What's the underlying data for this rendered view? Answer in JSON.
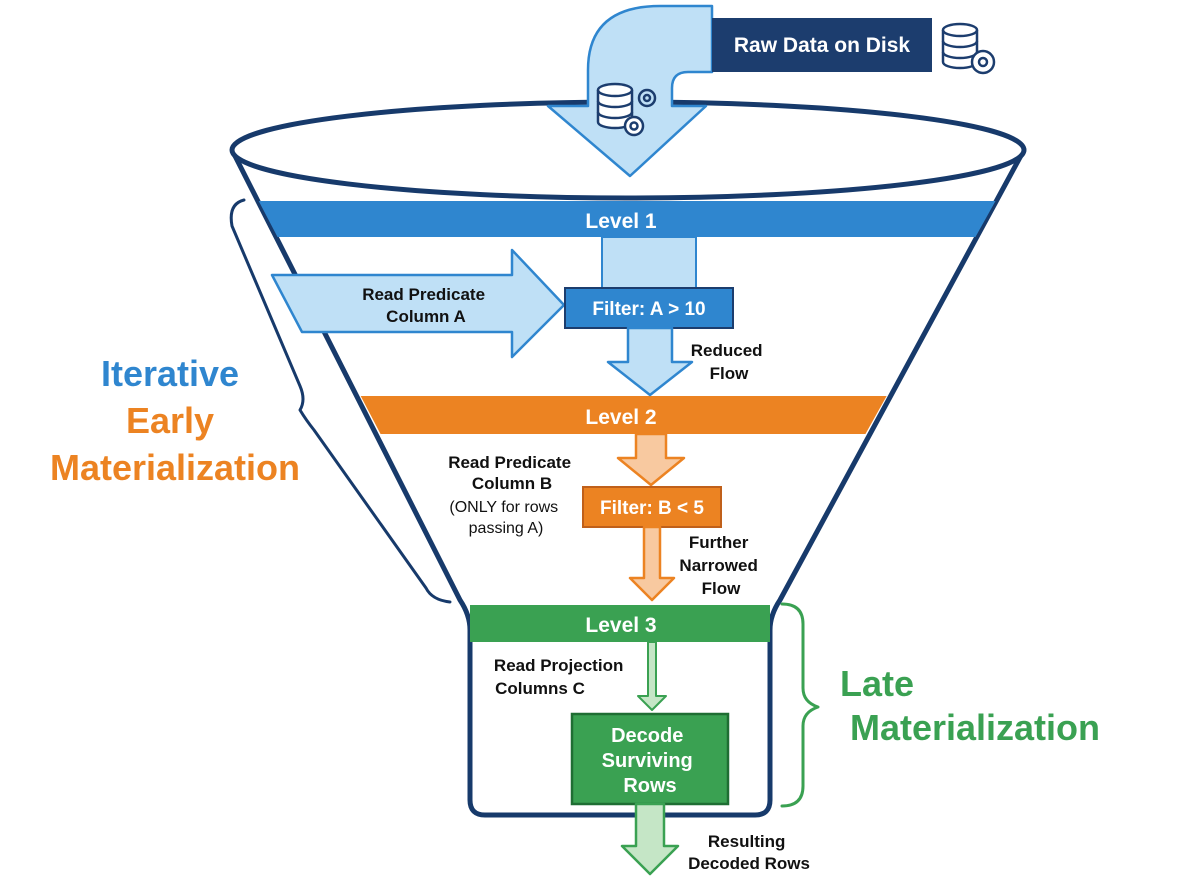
{
  "source": {
    "label": "Raw Data on Disk",
    "icon": "database-gear-icon"
  },
  "levels": [
    {
      "label": "Level 1",
      "color": "#2f86cf"
    },
    {
      "label": "Level 2",
      "color": "#ec8322"
    },
    {
      "label": "Level 3",
      "color": "#3aa152"
    }
  ],
  "level1": {
    "read_line1": "Read Predicate",
    "read_line2": "Column A",
    "filter": "Filter: A > 10",
    "flow_line1": "Reduced",
    "flow_line2": "Flow"
  },
  "level2": {
    "read_line1": "Read Predicate",
    "read_line2": "Column B",
    "note_line1": "(ONLY for rows",
    "note_line2": "passing A)",
    "filter": "Filter: B < 5",
    "flow_line1": "Further",
    "flow_line2": "Narrowed",
    "flow_line3": "Flow"
  },
  "level3": {
    "read_line1": "Read Projection",
    "read_line2": "Columns C",
    "decode_line1": "Decode",
    "decode_line2": "Surviving",
    "decode_line3": "Rows",
    "result_line1": "Resulting",
    "result_line2": "Decoded Rows"
  },
  "early": {
    "line1": "Iterative",
    "line2": "Early",
    "line3": "Materialization",
    "color1": "#2f86cf",
    "color2": "#ec8322"
  },
  "late": {
    "line1": "Late",
    "line2": "Materialization",
    "color": "#3aa152"
  },
  "colors": {
    "outline": "#173a6b",
    "navy": "#1c3d6e",
    "light_blue": "#bfe0f6",
    "light_orange": "#f8c9a0",
    "light_green": "#c5e6c6"
  }
}
